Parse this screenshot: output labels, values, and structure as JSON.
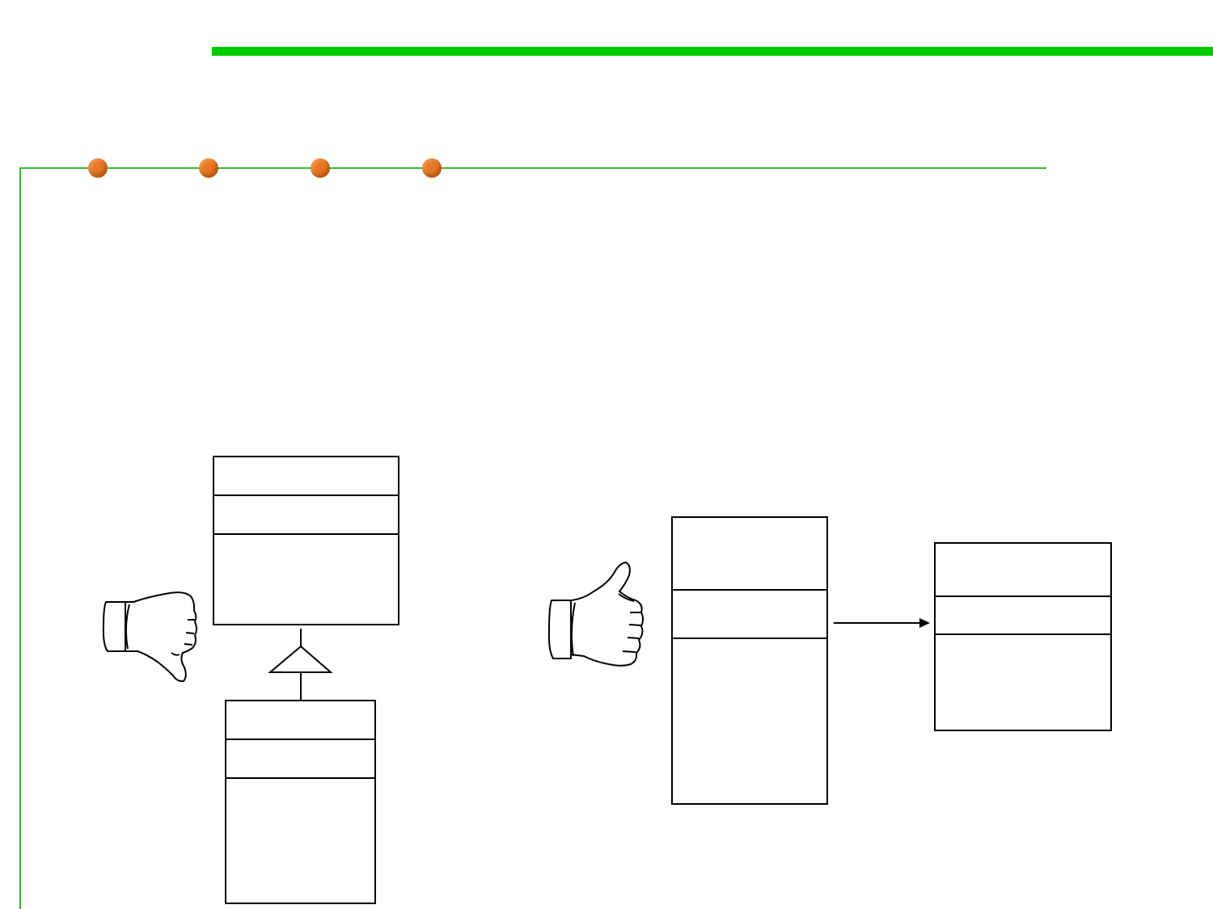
{
  "colors": {
    "accent_green": "#00cc00",
    "rule_green": "#33bb33",
    "bullet_orange": "#e87722",
    "line": "#000000",
    "background": "#ffffff"
  },
  "decor": {
    "bullets": [
      "orange-dot",
      "orange-dot",
      "orange-dot",
      "orange-dot"
    ]
  },
  "diagram": {
    "left_example": {
      "verdict_icon": "thumbs-down-icon",
      "relationship": "inheritance",
      "superclass": {
        "sections": 3
      },
      "subclass": {
        "sections": 3
      }
    },
    "right_example": {
      "verdict_icon": "thumbs-up-icon",
      "relationship": "association",
      "source_class": {
        "sections": 3
      },
      "target_class": {
        "sections": 3
      }
    }
  }
}
